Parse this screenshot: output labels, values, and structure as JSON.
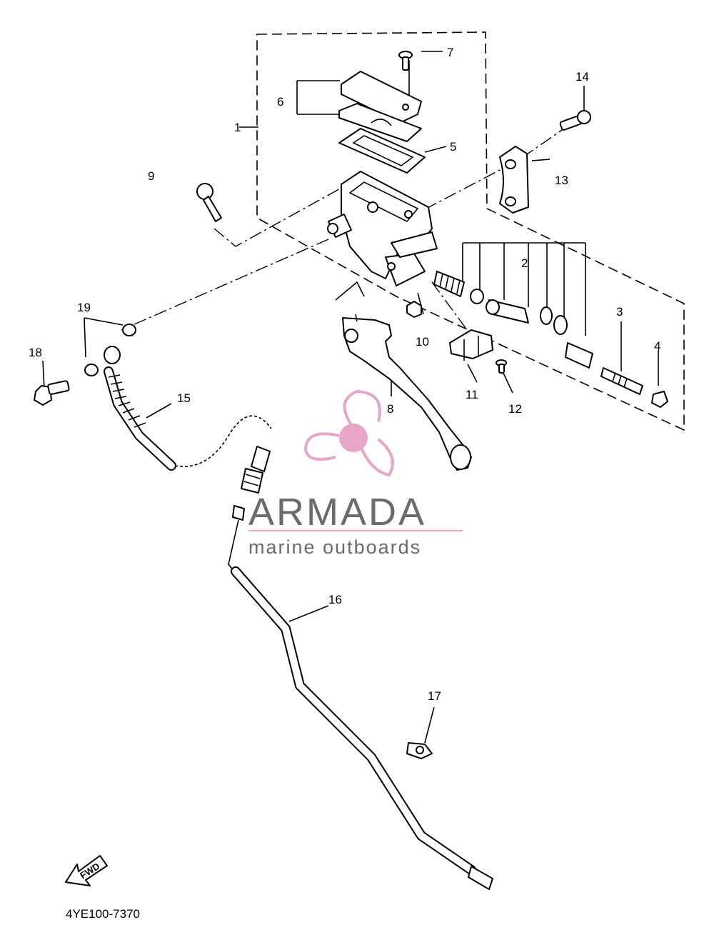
{
  "diagram": {
    "callouts": [
      "1",
      "2",
      "3",
      "4",
      "5",
      "6",
      "7",
      "8",
      "9",
      "10",
      "11",
      "12",
      "13",
      "14",
      "15",
      "16",
      "17",
      "18",
      "19"
    ],
    "drawing_code": "4YE100-7370",
    "fwd_arrow_label": "FWD"
  },
  "watermark": {
    "title": "ARMADA",
    "subtitle": "marine outboards",
    "logo_color": "#e7a6c8",
    "text_color": "#6b6b6b"
  }
}
